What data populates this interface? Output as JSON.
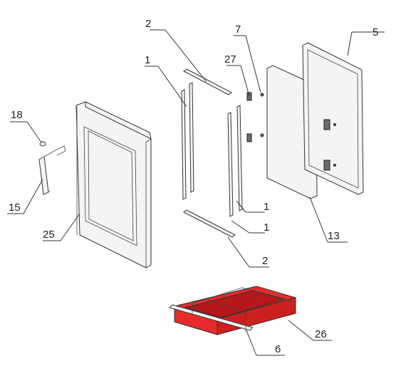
{
  "labels": {
    "l2_top": "2",
    "l7": "7",
    "l5": "5",
    "l1_left": "1",
    "l27": "27",
    "l18": "18",
    "l15": "15",
    "l25": "25",
    "l1_right_a": "1",
    "l1_right_b": "1",
    "l13": "13",
    "l2_bottom": "2",
    "l26": "26",
    "l6": "6"
  },
  "colors": {
    "ash_pan": "#e52b2b",
    "ash_pan_dark": "#b51818",
    "line": "#333333"
  }
}
